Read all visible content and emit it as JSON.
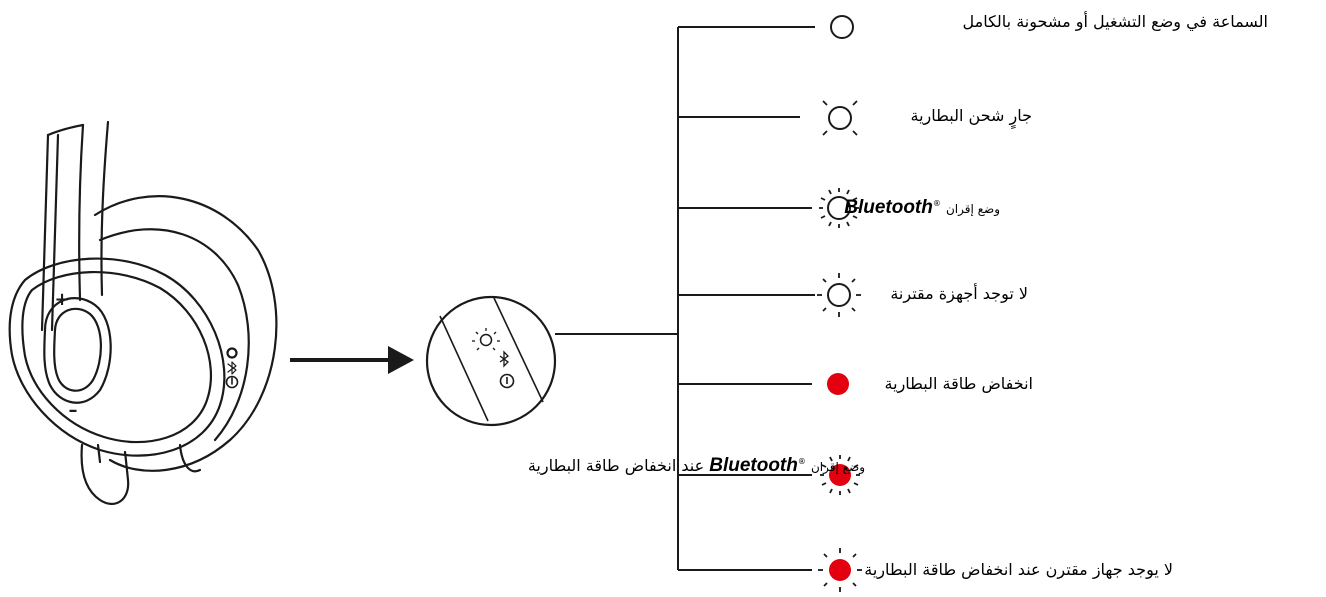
{
  "colors": {
    "line": "#1a1a1a",
    "accent_red": "#e3000f",
    "background": "#ffffff"
  },
  "legend": [
    {
      "id": "on-full",
      "text": "السماعة في وضع التشغيل أو مشحونة بالكامل",
      "led": "solid-white"
    },
    {
      "id": "charging",
      "text": "جارٍ شحن البطارية",
      "led": "white-pulse"
    },
    {
      "id": "bt-pairing",
      "text_prefix": "وضع إقران",
      "brand": "Bluetooth",
      "reg_mark": "®",
      "led": "white-flash"
    },
    {
      "id": "no-paired",
      "text": "لا توجد أجهزة مقترنة",
      "led": "white-blink"
    },
    {
      "id": "low-battery",
      "text": "انخفاض طاقة البطارية",
      "led": "solid-red"
    },
    {
      "id": "bt-pairing-low",
      "text_prefix": "وضع إقران",
      "brand": "Bluetooth",
      "reg_mark": "®",
      "text_suffix": "عند انخفاض طاقة البطارية",
      "led": "red-flash"
    },
    {
      "id": "no-paired-low",
      "text": "لا يوجد جهاز مقترن عند انخفاض طاقة البطارية",
      "led": "red-blink"
    }
  ],
  "headset": {
    "plus_label": "+",
    "minus_label": "–"
  },
  "icons": {
    "led": "led-indicator-icon",
    "bluetooth": "bluetooth-icon",
    "power": "power-icon",
    "arrow": "arrow-right-icon"
  }
}
